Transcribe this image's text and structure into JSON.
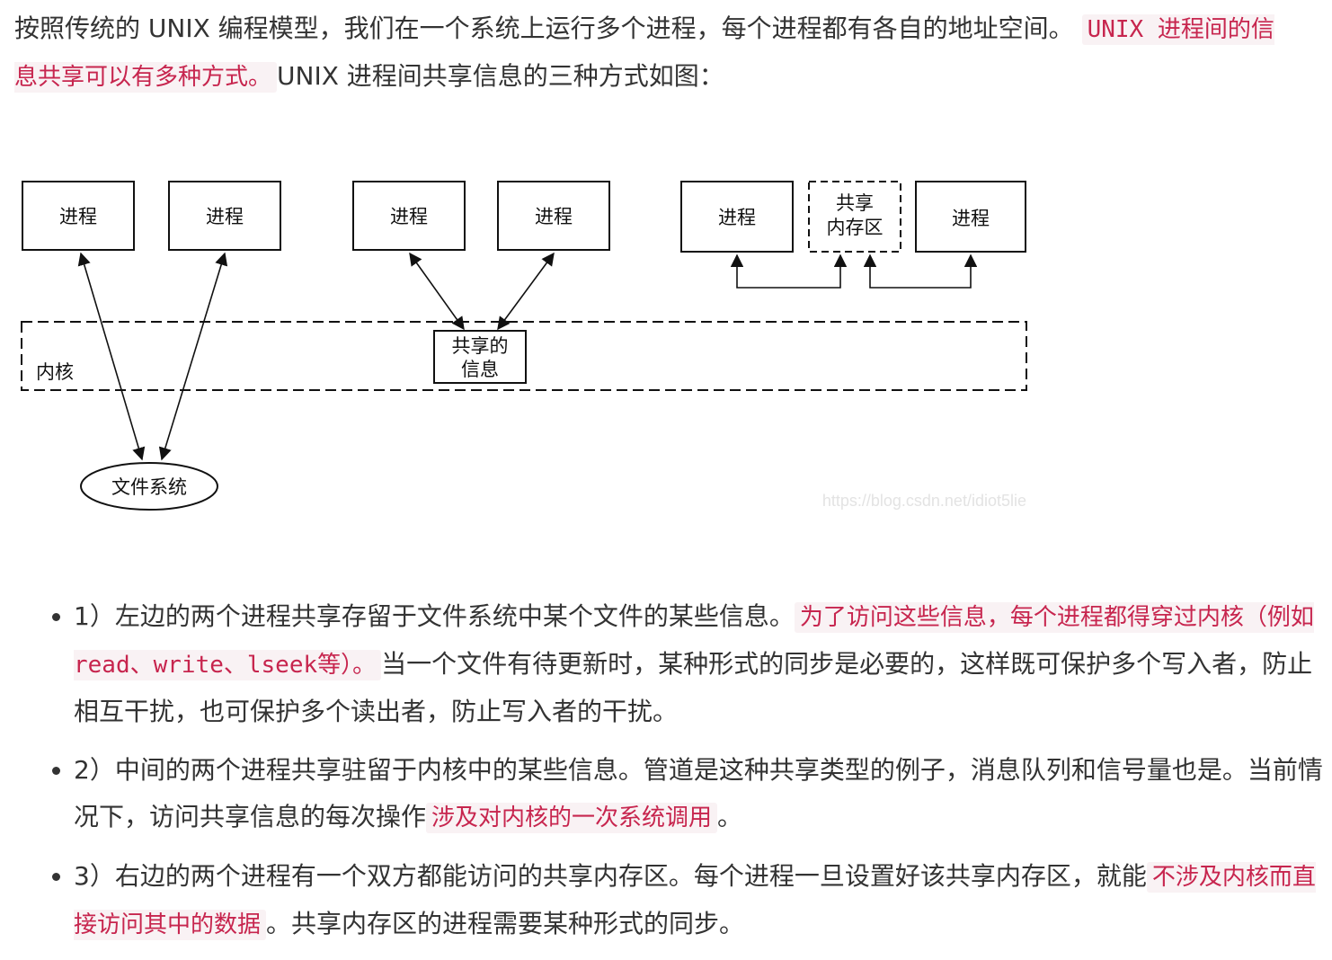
{
  "intro": {
    "text1": "按照传统的 UNIX 编程模型，我们在一个系统上运行多个进程，每个进程都有各自的地址空间。",
    "code1": "UNIX 进程间的信息共享可以有多种方式。",
    "text2": "UNIX 进程间共享信息的三种方式如图："
  },
  "figure": {
    "process_label": "进程",
    "kernel_label": "内核",
    "filesystem_label": "文件系统",
    "shared_info_line1": "共享的",
    "shared_info_line2": "信息",
    "shared_mem_line1": "共享",
    "shared_mem_line2": "内存区",
    "watermark": "https://blog.csdn.net/idiot5lie"
  },
  "points": [
    {
      "text1": "1）左边的两个进程共享存留于文件系统中某个文件的某些信息。",
      "code": "为了访问这些信息，每个进程都得穿过内核（例如 read、write、lseek等）。",
      "text2": "当一个文件有待更新时，某种形式的同步是必要的，这样既可保护多个写入者，防止相互干扰，也可保护多个读出者，防止写入者的干扰。"
    },
    {
      "text1": "2）中间的两个进程共享驻留于内核中的某些信息。管道是这种共享类型的例子，消息队列和信号量也是。当前情况下，访问共享信息的每次操作",
      "code": "涉及对内核的一次系统调用",
      "text2": "。"
    },
    {
      "text1": "3）右边的两个进程有一个双方都能访问的共享内存区。每个进程一旦设置好该共享内存区，就能",
      "code": "不涉及内核而直接访问其中的数据",
      "text2": "。共享内存区的进程需要某种形式的同步。"
    }
  ]
}
